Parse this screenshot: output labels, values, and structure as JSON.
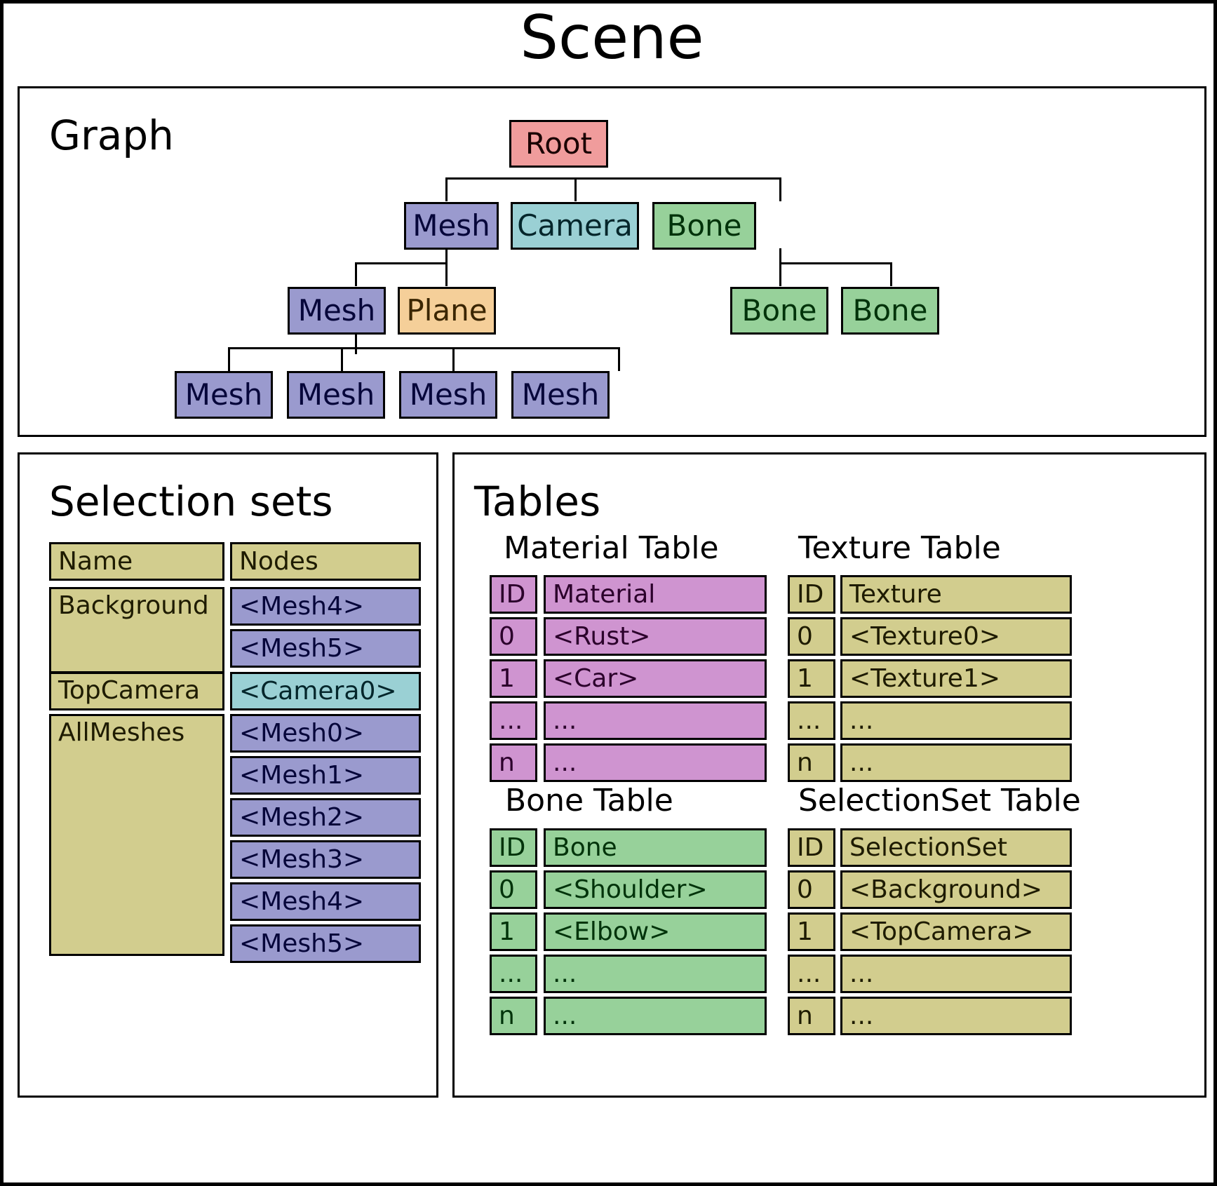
{
  "title": "Scene",
  "graph": {
    "heading": "Graph",
    "nodes": [
      {
        "id": "root",
        "label": "Root",
        "kind": "root"
      },
      {
        "id": "mesh-l1",
        "label": "Mesh",
        "kind": "mesh"
      },
      {
        "id": "camera",
        "label": "Camera",
        "kind": "camera"
      },
      {
        "id": "bone-l1",
        "label": "Bone",
        "kind": "bone"
      },
      {
        "id": "mesh-l2",
        "label": "Mesh",
        "kind": "mesh"
      },
      {
        "id": "plane",
        "label": "Plane",
        "kind": "plane"
      },
      {
        "id": "bone-a",
        "label": "Bone",
        "kind": "bone"
      },
      {
        "id": "bone-b",
        "label": "Bone",
        "kind": "bone"
      },
      {
        "id": "mesh-l3a",
        "label": "Mesh",
        "kind": "mesh"
      },
      {
        "id": "mesh-l3b",
        "label": "Mesh",
        "kind": "mesh"
      },
      {
        "id": "mesh-l3c",
        "label": "Mesh",
        "kind": "mesh"
      },
      {
        "id": "mesh-l3d",
        "label": "Mesh",
        "kind": "mesh"
      }
    ],
    "edges": [
      [
        "root",
        "mesh-l1"
      ],
      [
        "root",
        "camera"
      ],
      [
        "root",
        "bone-l1"
      ],
      [
        "mesh-l1",
        "mesh-l2"
      ],
      [
        "mesh-l1",
        "plane"
      ],
      [
        "bone-l1",
        "bone-a"
      ],
      [
        "bone-l1",
        "bone-b"
      ],
      [
        "mesh-l2",
        "mesh-l3a"
      ],
      [
        "mesh-l2",
        "mesh-l3b"
      ],
      [
        "mesh-l2",
        "mesh-l3c"
      ],
      [
        "mesh-l2",
        "mesh-l3d"
      ]
    ]
  },
  "selection_sets": {
    "heading": "Selection sets",
    "columns": [
      "Name",
      "Nodes"
    ],
    "rows": [
      {
        "name": "Background",
        "nodes": [
          "<Mesh4>",
          "<Mesh5>"
        ],
        "node_kinds": [
          "mesh",
          "mesh"
        ]
      },
      {
        "name": "TopCamera",
        "nodes": [
          "<Camera0>"
        ],
        "node_kinds": [
          "camera"
        ]
      },
      {
        "name": "AllMeshes",
        "nodes": [
          "<Mesh0>",
          "<Mesh1>",
          "<Mesh2>",
          "<Mesh3>",
          "<Mesh4>",
          "<Mesh5>"
        ],
        "node_kinds": [
          "mesh",
          "mesh",
          "mesh",
          "mesh",
          "mesh",
          "mesh"
        ]
      }
    ]
  },
  "tables": {
    "heading": "Tables",
    "material": {
      "title": "Material Table",
      "headers": [
        "ID",
        "Material"
      ],
      "rows": [
        [
          "0",
          "<Rust>"
        ],
        [
          "1",
          "<Car>"
        ],
        [
          "...",
          "..."
        ],
        [
          "n",
          "..."
        ]
      ]
    },
    "texture": {
      "title": "Texture Table",
      "headers": [
        "ID",
        "Texture"
      ],
      "rows": [
        [
          "0",
          "<Texture0>"
        ],
        [
          "1",
          "<Texture1>"
        ],
        [
          "...",
          "..."
        ],
        [
          "n",
          "..."
        ]
      ]
    },
    "bone": {
      "title": "Bone Table",
      "headers": [
        "ID",
        "Bone"
      ],
      "rows": [
        [
          "0",
          "<Shoulder>"
        ],
        [
          "1",
          "<Elbow>"
        ],
        [
          "...",
          "..."
        ],
        [
          "n",
          "..."
        ]
      ]
    },
    "selectionset": {
      "title": "SelectionSet Table",
      "headers": [
        "ID",
        "SelectionSet"
      ],
      "rows": [
        [
          "0",
          "<Background>"
        ],
        [
          "1",
          "<TopCamera>"
        ],
        [
          "...",
          "..."
        ],
        [
          "n",
          "..."
        ]
      ]
    }
  },
  "colors": {
    "root": "#f09c9c",
    "mesh": "#9a9ace",
    "camera": "#9ad0d4",
    "bone": "#97d19a",
    "plane": "#f5cf99",
    "khaki": "#d2cd8e",
    "violet": "#cf94d0",
    "border": "#000000"
  }
}
